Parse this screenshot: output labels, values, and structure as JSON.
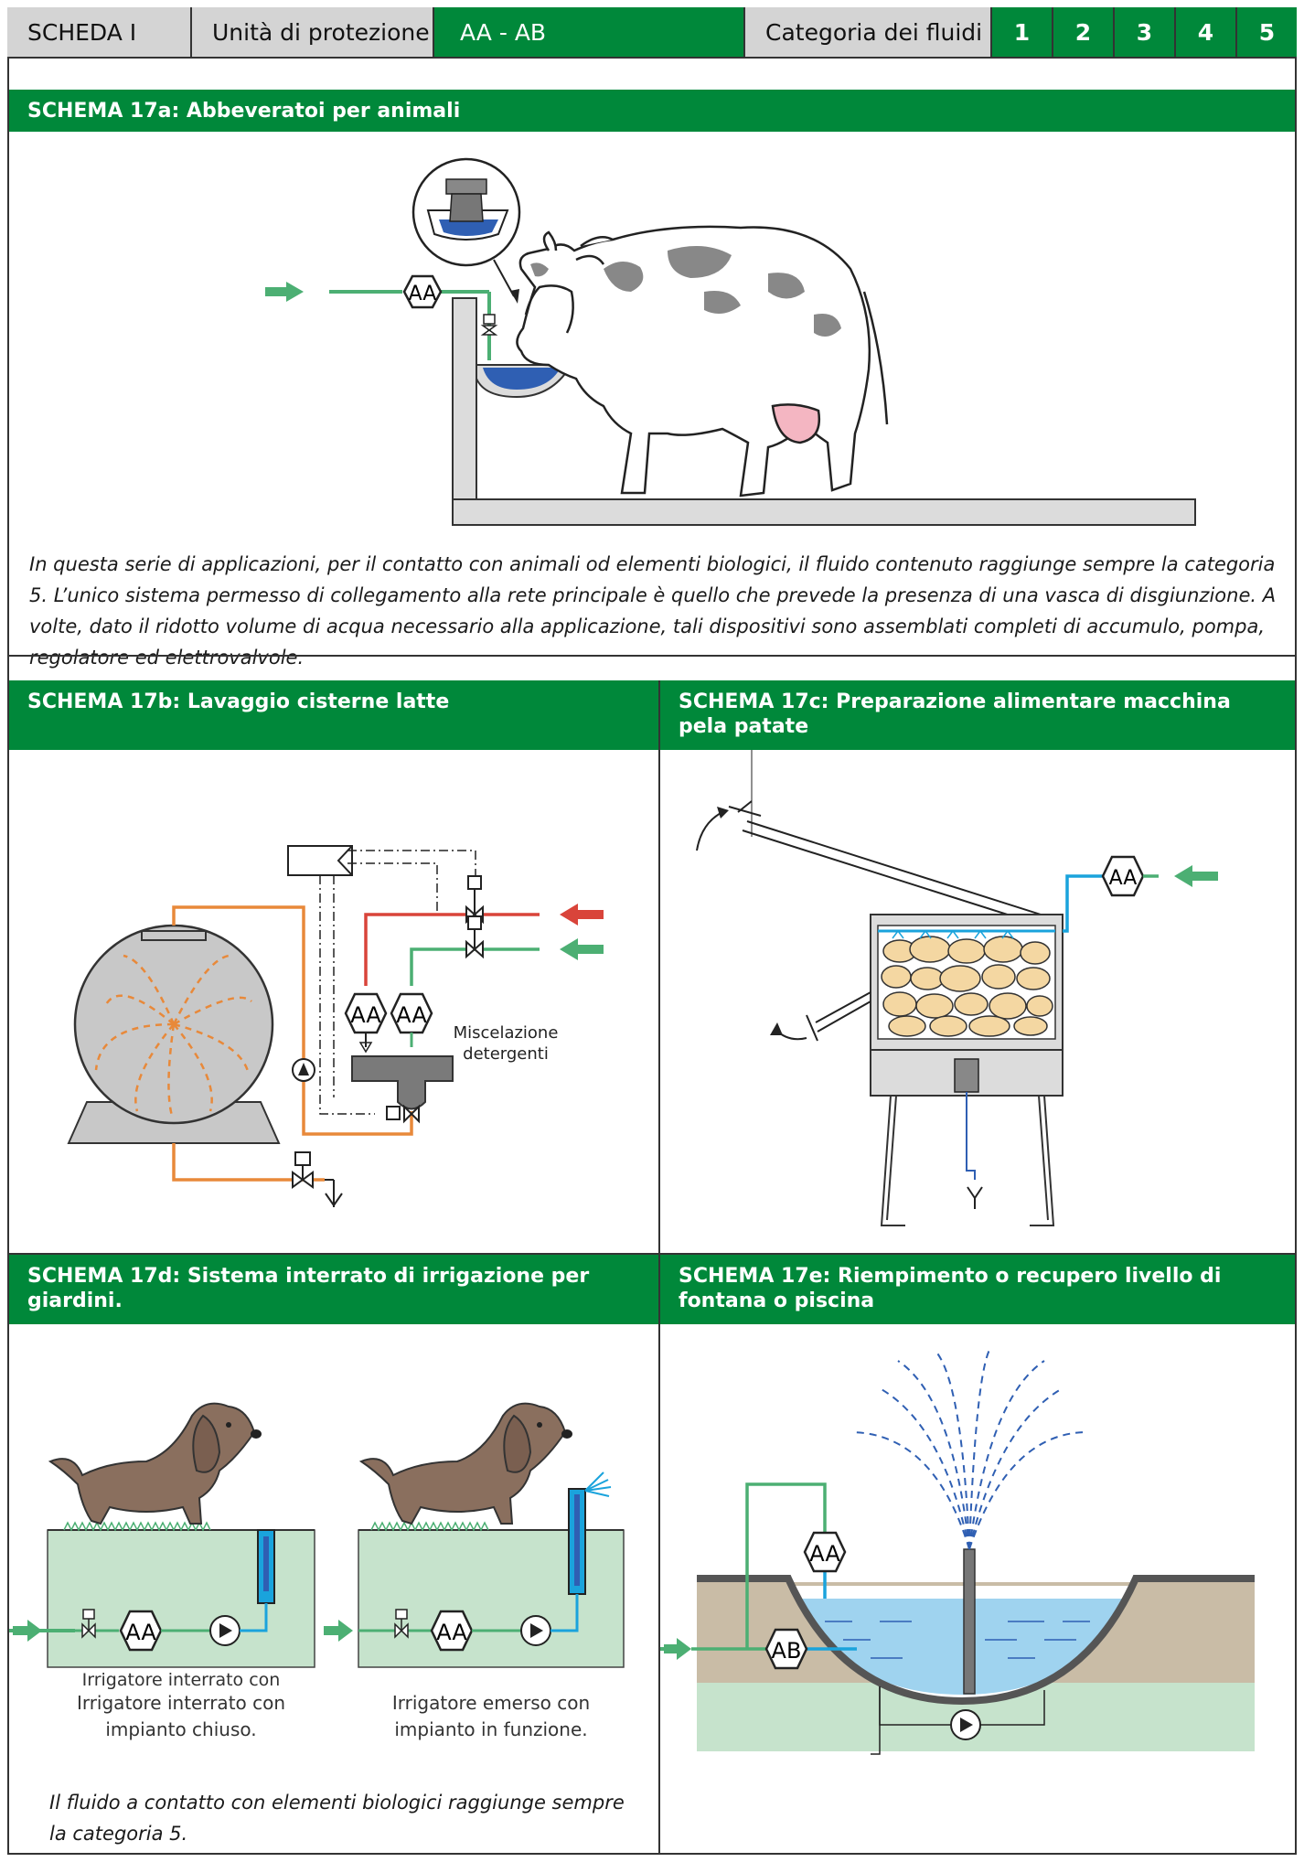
{
  "header": {
    "scheda": "SCHEDA I",
    "unita": "Unità di protezione",
    "codes": "AA - AB",
    "categoria": "Categoria dei fluidi",
    "numbers": [
      "1",
      "2",
      "3",
      "4",
      "5"
    ]
  },
  "schema_a": {
    "title": "SCHEMA 17a: Abbeveratoi per animali",
    "device_label": "AA",
    "paragraph": "In questa serie di applicazioni, per il contatto con animali od elementi biologici, il fluido contenuto raggiunge sempre la categoria 5. L’unico sistema permesso di collegamento alla rete principale è quello che prevede la presenza di una vasca di disgiunzione. A volte, dato il ridotto volume di acqua necessario alla applicazione, tali dispositivi sono assemblati completi di accumulo, pompa, regolatore ed elettrovalvole."
  },
  "schema_b": {
    "title": "SCHEMA 17b:  Lavaggio cisterne latte",
    "device_label_1": "AA",
    "device_label_2": "AA",
    "label_line1": "Miscelazione",
    "label_line2": "detergenti"
  },
  "schema_c": {
    "title": "SCHEMA 17c: Preparazione alimentare macchina pela patate",
    "device_label": "AA"
  },
  "schema_d": {
    "title": "SCHEMA 17d:  Sistema interrato di irrigazione per giardini.",
    "device_label_1": "AA",
    "device_label_2": "AA",
    "caption_1_line1": "Irrigatore interrato con",
    "caption_1_line2": "impianto chiuso.",
    "caption_2_line1": "Irrigatore emerso con",
    "caption_2_line2": "impianto in funzione.",
    "note": "Il fluido a contatto con elementi biologici raggiunge sempre la categoria 5."
  },
  "schema_e": {
    "title": "SCHEMA 17e: Riempimento o recupero livello di fontana o piscina",
    "device_label_aa": "AA",
    "device_label_ab": "AB"
  },
  "colors": {
    "green": "#00883a",
    "pipe_green": "#4caf73",
    "pipe_blue": "#1aa3dc",
    "pipe_orange": "#e8893a",
    "pipe_red": "#d9443a",
    "header_grey": "#d4d4d4"
  }
}
